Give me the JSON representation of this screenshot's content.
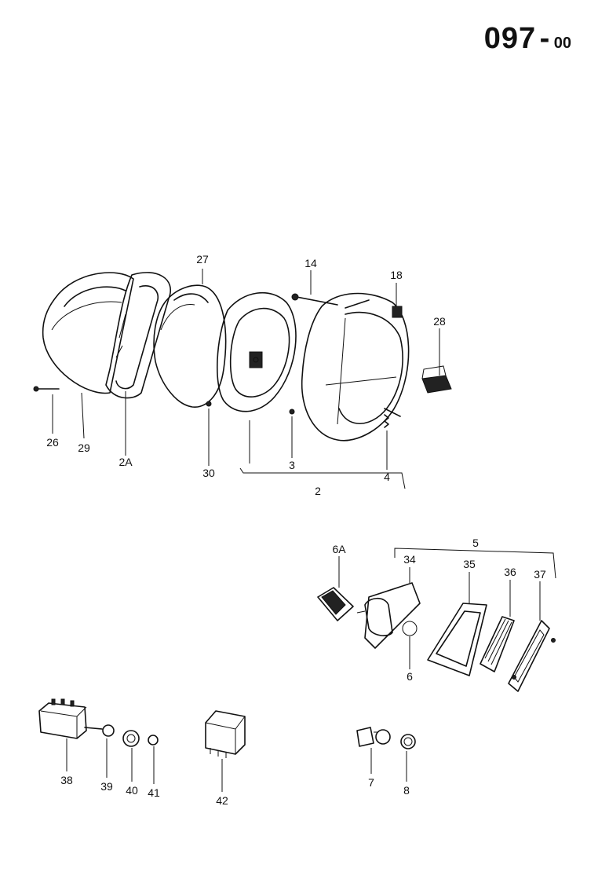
{
  "page_number": {
    "main": "097",
    "separator": "-",
    "sub": "00"
  },
  "callouts": {
    "c26": "26",
    "c29": "29",
    "c2A": "2A",
    "c27": "27",
    "c30": "30",
    "c14": "14",
    "c3": "3",
    "c2": "2",
    "c18": "18",
    "c4": "4",
    "c28": "28",
    "c6A": "6A",
    "c5": "5",
    "c34": "34",
    "c35": "35",
    "c36": "36",
    "c37": "37",
    "c6": "6",
    "c38": "38",
    "c39": "39",
    "c40": "40",
    "c41": "41",
    "c42": "42",
    "c7": "7",
    "c8": "8"
  }
}
